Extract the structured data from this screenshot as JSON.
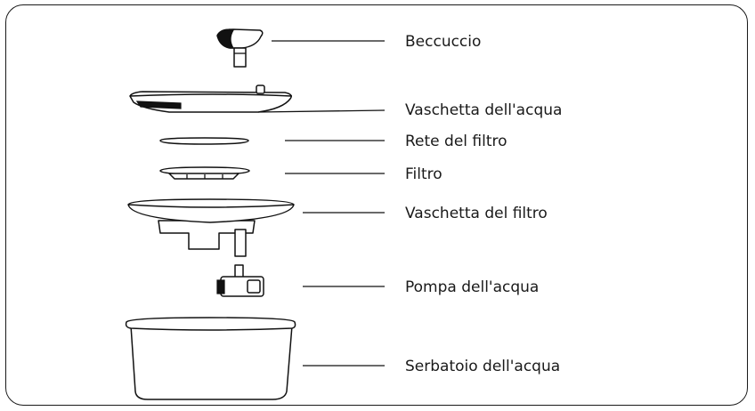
{
  "labels": {
    "spout": "Beccuccio",
    "water_tray": "Vaschetta dell'acqua",
    "filter_mesh": "Rete del filtro",
    "filter": "Filtro",
    "filter_tray": "Vaschetta del filtro",
    "water_pump": "Pompa dell'acqua",
    "water_tank": "Serbatoio dell'acqua"
  }
}
